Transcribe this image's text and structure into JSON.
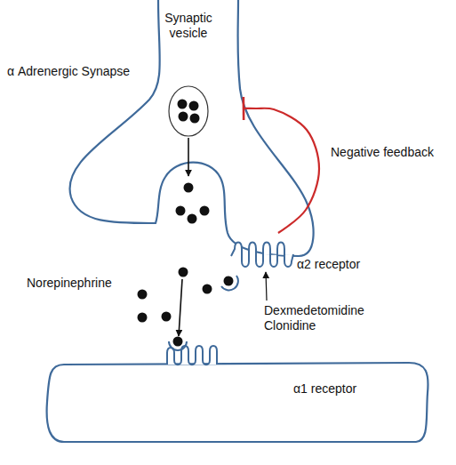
{
  "diagram": {
    "nodes": [
      {
        "text": [
          "Synaptic vesicle"
        ]
      },
      {
        "text": [
          "α2 receptor"
        ]
      }
    ],
    "edges": [
      {
        "from": 1,
        "to": 0,
        "arrow": "to",
        "label": "Negative feedback"
      }
    ],
    "labels": [
      "α Adrenergic Synapse",
      "Norepinephrine",
      "Dexmedetomidine Clonidine",
      "α1 receptor"
    ]
  }
}
